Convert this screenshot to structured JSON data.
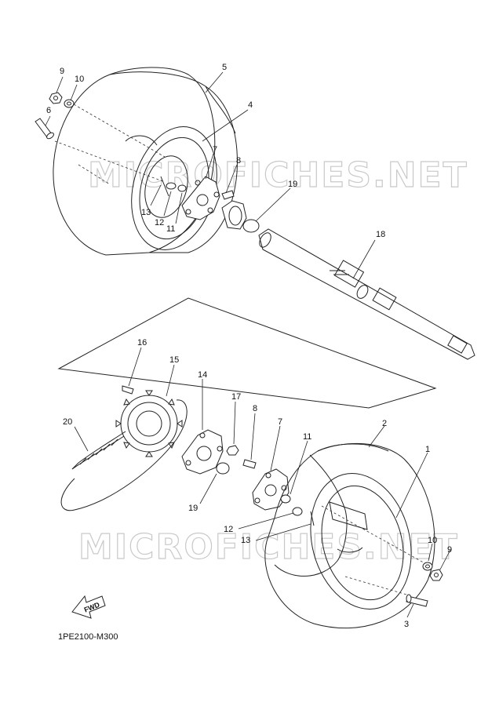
{
  "watermark": {
    "text": "MICROFICHES.NET"
  },
  "fwd_label": "FWD",
  "diagram_code": "1PE2100-M300",
  "callouts": [
    {
      "id": "c9-top",
      "text": "9"
    },
    {
      "id": "c10-top",
      "text": "10"
    },
    {
      "id": "c6",
      "text": "6"
    },
    {
      "id": "c5",
      "text": "5"
    },
    {
      "id": "c4",
      "text": "4"
    },
    {
      "id": "c7-top",
      "text": "7"
    },
    {
      "id": "c8-top",
      "text": "8"
    },
    {
      "id": "c19-top",
      "text": "19"
    },
    {
      "id": "c13-top",
      "text": "13"
    },
    {
      "id": "c12-top",
      "text": "12"
    },
    {
      "id": "c11-top",
      "text": "11"
    },
    {
      "id": "c18",
      "text": "18"
    },
    {
      "id": "c16",
      "text": "16"
    },
    {
      "id": "c15",
      "text": "15"
    },
    {
      "id": "c14",
      "text": "14"
    },
    {
      "id": "c17",
      "text": "17"
    },
    {
      "id": "c8-bot",
      "text": "8"
    },
    {
      "id": "c7-bot",
      "text": "7"
    },
    {
      "id": "c2",
      "text": "2"
    },
    {
      "id": "c1",
      "text": "1"
    },
    {
      "id": "c20",
      "text": "20"
    },
    {
      "id": "c11-bot",
      "text": "11"
    },
    {
      "id": "c19-bot",
      "text": "19"
    },
    {
      "id": "c12-bot",
      "text": "12"
    },
    {
      "id": "c13-bot",
      "text": "13"
    },
    {
      "id": "c10-bot",
      "text": "10"
    },
    {
      "id": "c9-bot",
      "text": "9"
    },
    {
      "id": "c3",
      "text": "3"
    }
  ]
}
